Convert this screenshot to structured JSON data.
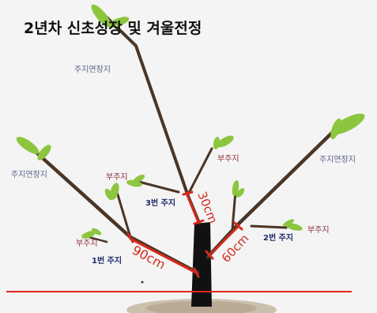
{
  "title": "2년차 신초성장 및 겨울전정",
  "labels": {
    "main_extension_top": "주지연장지",
    "main_extension_left": "주지연장지",
    "main_extension_right": "주지연장지",
    "sub_branch_top": "부주지",
    "sub_branch_mid_left": "부주지",
    "sub_branch_low_left": "부주지",
    "sub_branch_right": "부주지",
    "main_branch_1": "1번 주지",
    "main_branch_2": "2번 주지",
    "main_branch_3": "3번 주지"
  },
  "measurements": {
    "branch_1_length": "90cm",
    "branch_2_length": "60cm",
    "branch_3_length": "30cm"
  },
  "colors": {
    "background": "#f4f4f4",
    "trunk": "#111111",
    "branch": "#4a3526",
    "leaf": "#8cc63f",
    "leaf_dark": "#5f9e2a",
    "measure_red": "#d42a1e",
    "label_blue_grey": "#5a5f8c",
    "label_navy": "#1f2a6e",
    "label_maroon": "#8a2c3a",
    "soil": "#cbbfae"
  }
}
